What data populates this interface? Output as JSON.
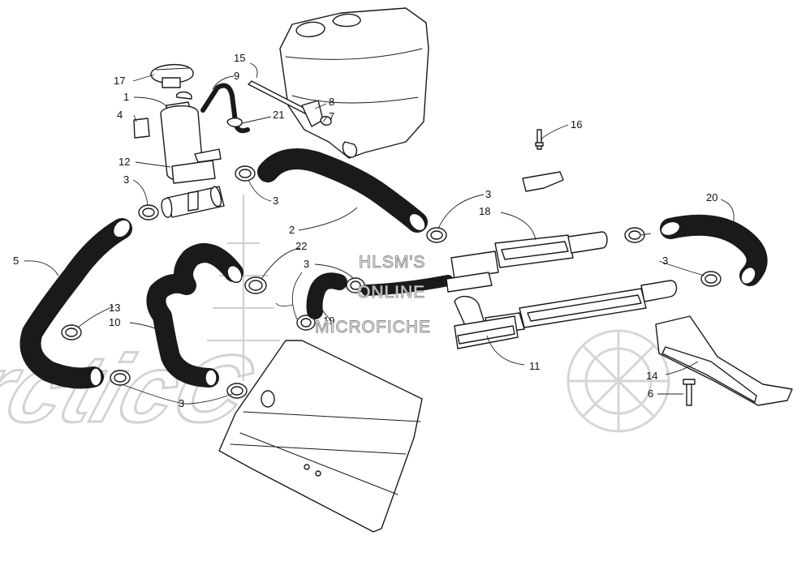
{
  "watermark": {
    "brand": "ArcticCat",
    "line1": "HLSM'S",
    "line2": "ONLINE",
    "line3": "MICROFICHE"
  },
  "callouts": [
    {
      "id": "17",
      "label": "17"
    },
    {
      "id": "1",
      "label": "1"
    },
    {
      "id": "4",
      "label": "4"
    },
    {
      "id": "12",
      "label": "12"
    },
    {
      "id": "3a",
      "label": "3"
    },
    {
      "id": "15",
      "label": "15"
    },
    {
      "id": "9",
      "label": "9"
    },
    {
      "id": "8",
      "label": "8"
    },
    {
      "id": "21",
      "label": "21"
    },
    {
      "id": "7",
      "label": "7"
    },
    {
      "id": "3b",
      "label": "3"
    },
    {
      "id": "2",
      "label": "2"
    },
    {
      "id": "16",
      "label": "16"
    },
    {
      "id": "3c",
      "label": "3"
    },
    {
      "id": "18",
      "label": "18"
    },
    {
      "id": "20",
      "label": "20"
    },
    {
      "id": "5",
      "label": "5"
    },
    {
      "id": "22",
      "label": "22"
    },
    {
      "id": "3d",
      "label": "3"
    },
    {
      "id": "3e",
      "label": "3"
    },
    {
      "id": "13",
      "label": "13"
    },
    {
      "id": "10",
      "label": "10"
    },
    {
      "id": "19",
      "label": "19"
    },
    {
      "id": "11",
      "label": "11"
    },
    {
      "id": "14",
      "label": "14"
    },
    {
      "id": "6",
      "label": "6"
    },
    {
      "id": "3f",
      "label": "3"
    }
  ]
}
